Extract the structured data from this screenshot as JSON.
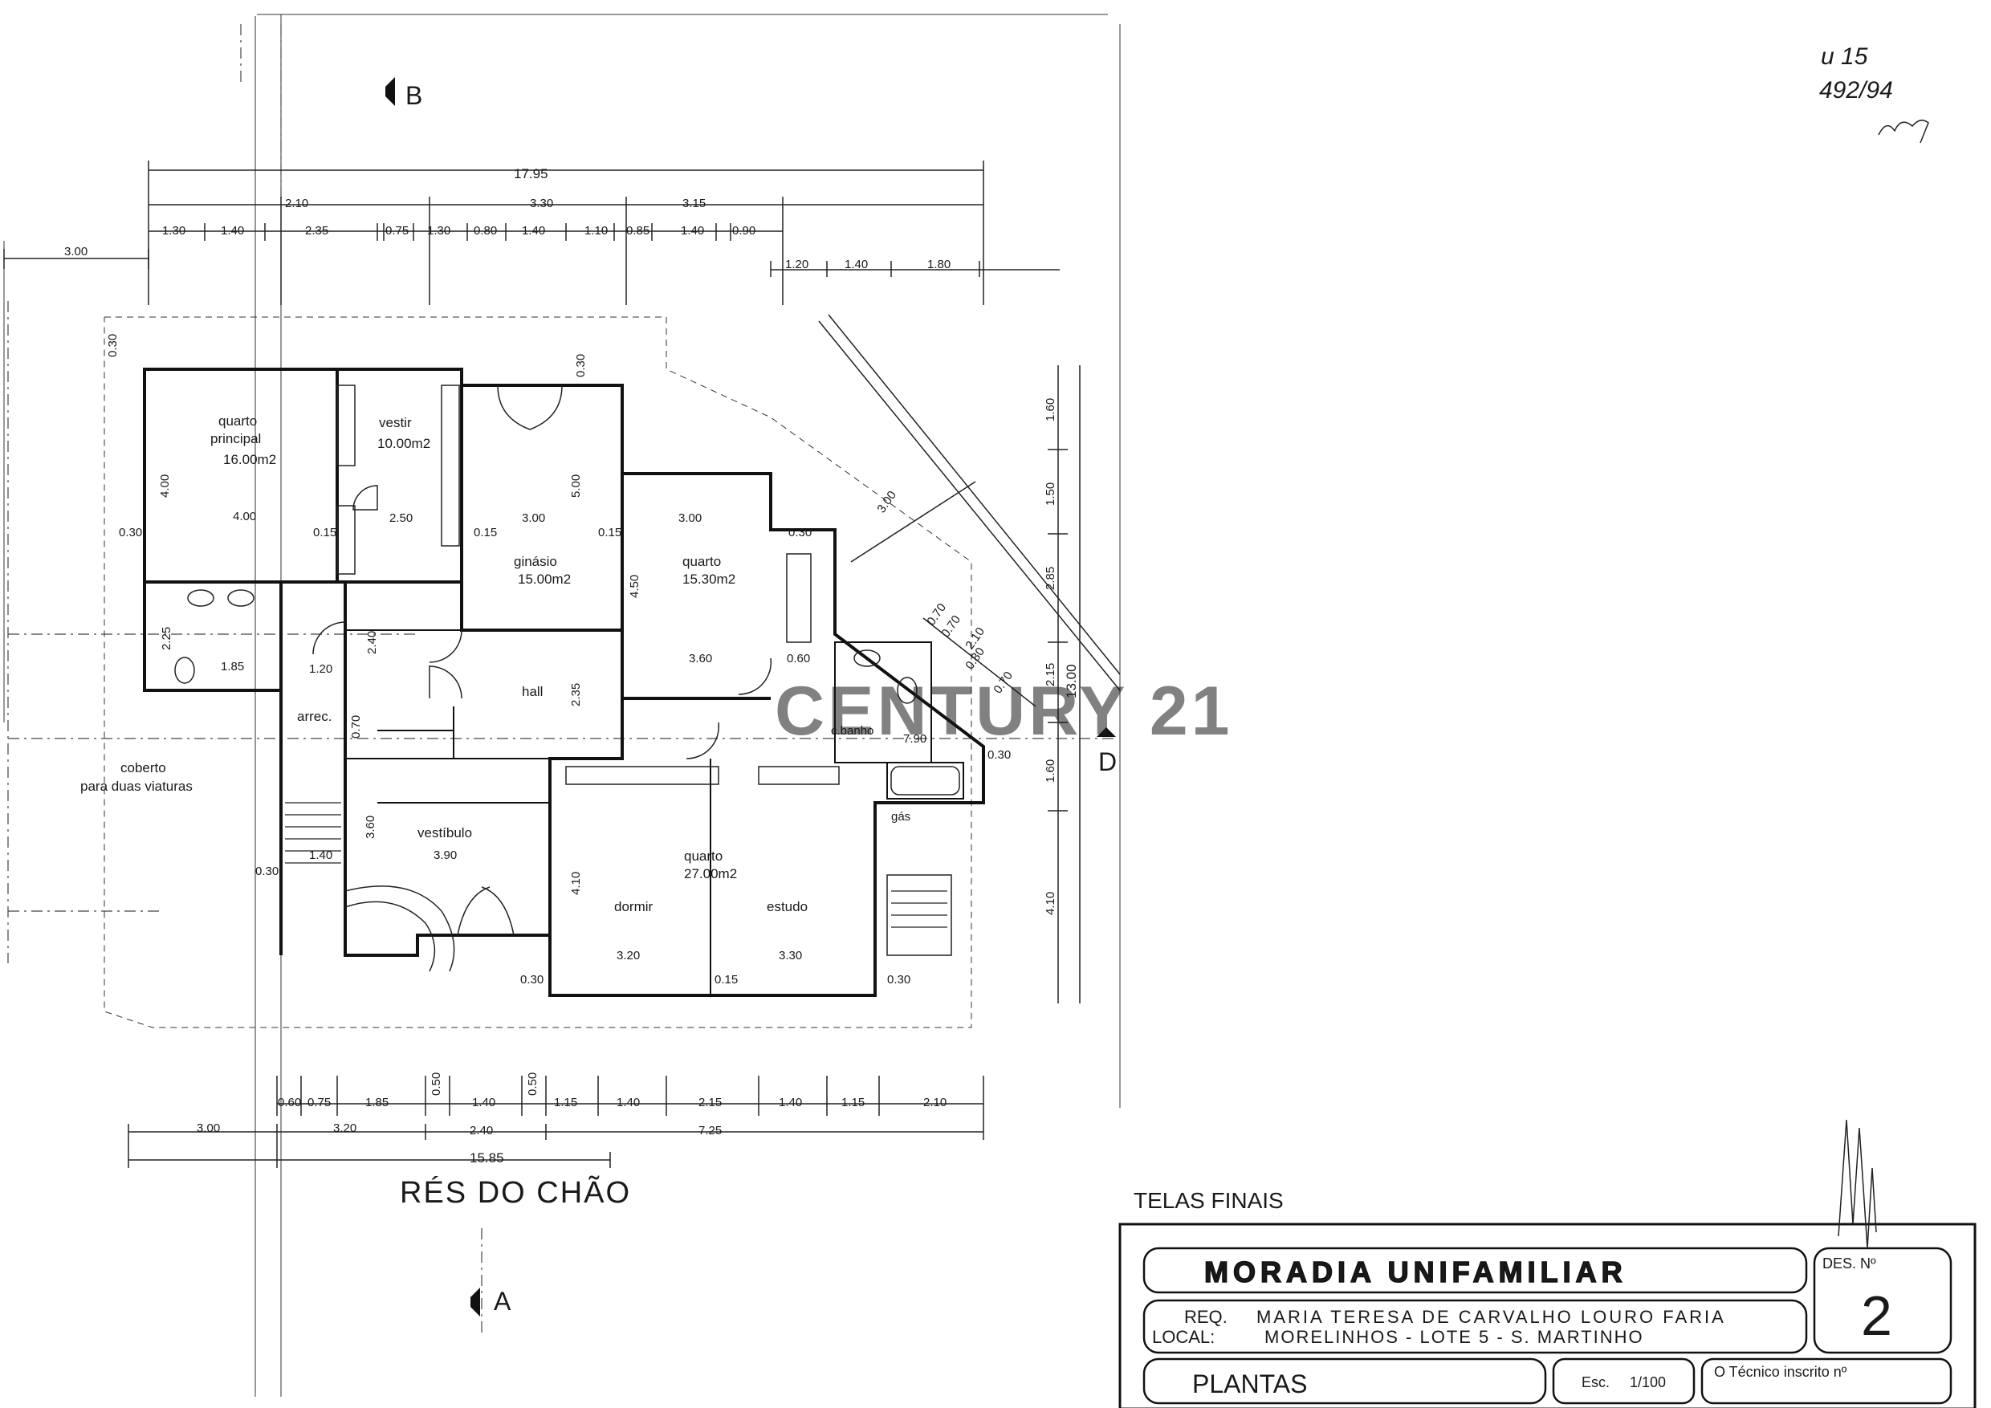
{
  "handwritten": {
    "line1": "u 15",
    "line2": "492/94"
  },
  "section_markers": {
    "b": "B",
    "a": "A",
    "d": "D"
  },
  "top_dims": {
    "overall": "17.95",
    "row2": [
      "2.10",
      "3.30",
      "3.15"
    ],
    "row3": [
      "1.30",
      "1.40",
      "2.35",
      "0.75",
      "1.30",
      "0.80",
      "1.40",
      "1.10",
      "0.85",
      "1.40",
      "0.90"
    ],
    "left": "3.00",
    "right_row": [
      "1.20",
      "1.40",
      "1.80"
    ]
  },
  "bottom_dims": {
    "row1": [
      "0.60",
      "0.75",
      "1.85",
      "0.50",
      "1.40",
      "0.50",
      "1.15",
      "1.40",
      "2.15",
      "1.40",
      "1.15",
      "2.10"
    ],
    "row2": [
      "3.00",
      "3.20",
      "2.40",
      "7.25"
    ],
    "overall": "15.85"
  },
  "right_dims": [
    "1.60",
    "1.50",
    "2.85",
    "2.15",
    "13.00",
    "1.60",
    "4.10"
  ],
  "diagonal_dims": [
    "3.00",
    "0.70",
    "0.70",
    "2.10",
    "0.80",
    "0.70"
  ],
  "rooms": [
    {
      "name": "quarto",
      "line2": "principal",
      "area": "16.00m2"
    },
    {
      "name": "vestir",
      "area": "10.00m2"
    },
    {
      "name": "ginásio",
      "area": "15.00m2"
    },
    {
      "name": "quarto",
      "area": "15.30m2"
    },
    {
      "name": "hall"
    },
    {
      "name": "arrec."
    },
    {
      "name": "vestíbulo"
    },
    {
      "name": "quarto",
      "area": "27.00m2"
    },
    {
      "name": "dormir"
    },
    {
      "name": "estudo"
    },
    {
      "name": "c.banho"
    },
    {
      "name": "gás"
    }
  ],
  "carport": {
    "line1": "coberto",
    "line2": "para duas viaturas"
  },
  "interior_dims": {
    "quarto_principal": [
      "4.00",
      "4.00"
    ],
    "vestir": "2.50",
    "ginasio": [
      "3.00",
      "5.00"
    ],
    "quarto": [
      "3.00",
      "4.50",
      "3.60"
    ],
    "hall": [
      "2.40",
      "2.35"
    ],
    "bath_left": [
      "2.25",
      "1.85",
      "1.20"
    ],
    "vestibulo": [
      "3.60",
      "1.40",
      "3.90"
    ],
    "quarto_big": [
      "4.10",
      "3.20",
      "3.30"
    ],
    "banho": "7.90",
    "walls": [
      "0.30",
      "0.15",
      "0.60",
      "0.70"
    ]
  },
  "plan_title": "RÉS DO CHÃO",
  "watermark": "CENTURY 21",
  "title_block": {
    "telas": "TELAS FINAIS",
    "project": "MORADIA UNIFAMILIAR",
    "des_label": "DES. Nº",
    "des_number": "2",
    "req_label": "REQ.",
    "req_value": "MARIA TERESA DE CARVALHO LOURO FARIA",
    "local_label": "LOCAL:",
    "local_value": "MORELINHOS - LOTE 5 - S. MARTINHO",
    "sheet": "PLANTAS",
    "scale_label": "Esc.",
    "scale_value": "1/100",
    "tecnico": "O Técnico inscrito nº"
  }
}
